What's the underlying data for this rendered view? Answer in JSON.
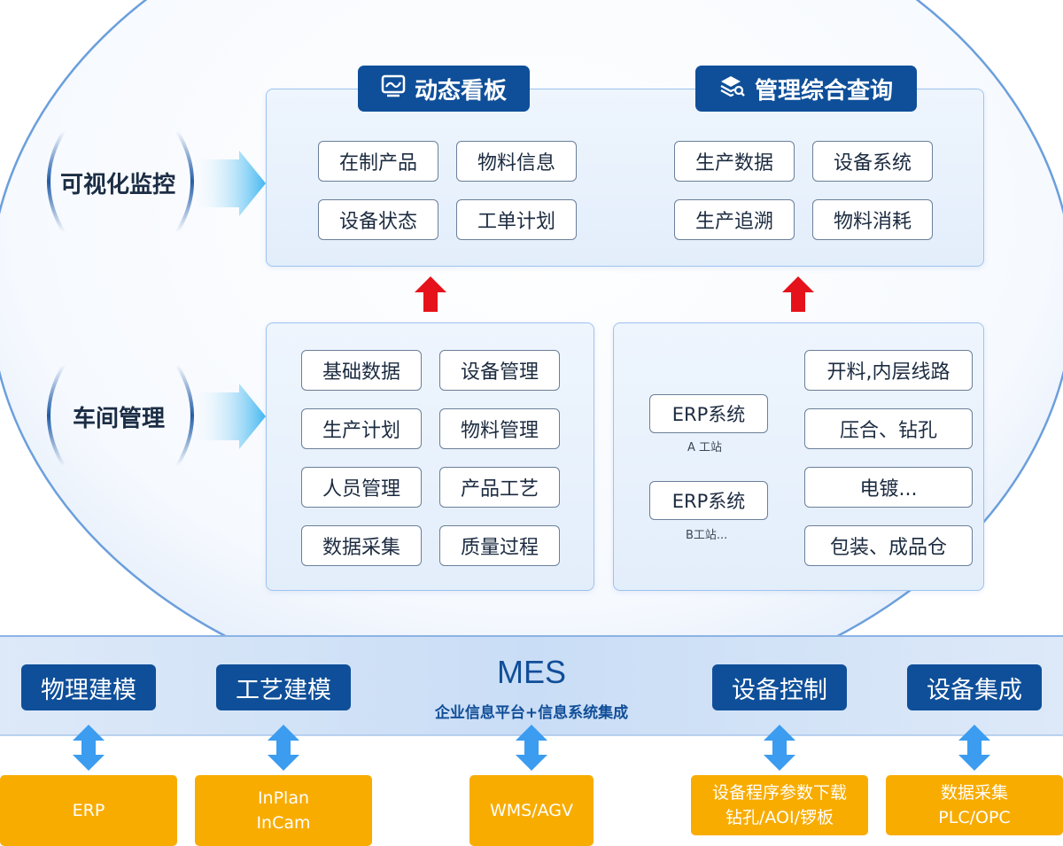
{
  "visual": {
    "side_labels": [
      "可视化监控",
      "车间管理"
    ],
    "top_headers": [
      "动态看板",
      "管理综合查询"
    ],
    "top_left_items": [
      "在制产品",
      "物料信息",
      "设备状态",
      "工单计划"
    ],
    "top_right_items": [
      "生产数据",
      "设备系统",
      "生产追溯",
      "物料消耗"
    ],
    "mid_left_items": [
      "基础数据",
      "设备管理",
      "生产计划",
      "物料管理",
      "人员管理",
      "产品工艺",
      "数据采集",
      "质量过程"
    ],
    "erp_loop": {
      "top_label": "ERP系统",
      "top_caption": "A 工站",
      "bottom_label": "ERP系统",
      "bottom_caption": "B工站..."
    },
    "process_steps": [
      "开料,内层线路",
      "压合、钻孔",
      "电镀...",
      "包装、成品仓"
    ],
    "mes": {
      "title": "MES",
      "subtitle": "企业信息平台+信息系统集成"
    },
    "mes_modules": [
      "物理建模",
      "工艺建模",
      "设备控制",
      "设备集成"
    ],
    "integrations": [
      {
        "lines": [
          "ERP"
        ]
      },
      {
        "lines": [
          "InPlan",
          "InCam"
        ]
      },
      {
        "lines": [
          "WMS/AGV"
        ]
      },
      {
        "lines": [
          "设备程序参数下载",
          "钻孔/AOI/锣板"
        ]
      },
      {
        "lines": [
          "数据采集",
          "PLC/OPC"
        ]
      }
    ],
    "colors": {
      "header_blue": "#0f4f99",
      "up_arrow_red": "#e5121b",
      "orange": "#f8ac00",
      "bi_arrow_blue": "#3b9cf0",
      "loop_orange": "#f39322"
    },
    "icons": [
      "dashboard-icon",
      "layers-search-icon"
    ]
  }
}
